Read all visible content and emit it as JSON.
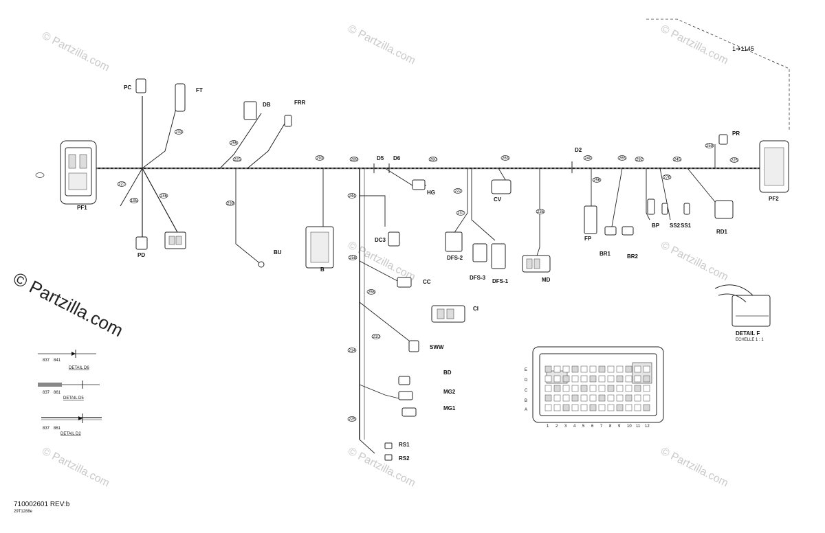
{
  "document": {
    "number": "710002601 REV:b",
    "sub_number": "29T1288e",
    "reference_arrow": "1➔1145"
  },
  "watermark": {
    "text": "© Partzilla.com",
    "small_text": "© Partzilla.com"
  },
  "details": [
    {
      "id": "detail-d6",
      "title": "DETAIL D6",
      "codes": [
        "837",
        "841"
      ]
    },
    {
      "id": "detail-d5",
      "title": "DETAIL D5",
      "codes": [
        "837",
        "861"
      ]
    },
    {
      "id": "detail-d2",
      "title": "DETAIL D2",
      "codes": [
        "837",
        "861"
      ]
    },
    {
      "id": "detail-f",
      "title": "DETAIL F",
      "scale": "ECHELLE 1 : 1"
    }
  ],
  "components": [
    {
      "id": "PC",
      "label": "PC"
    },
    {
      "id": "FT",
      "label": "FT"
    },
    {
      "id": "DB",
      "label": "DB"
    },
    {
      "id": "FRR",
      "label": "FRR"
    },
    {
      "id": "PF1",
      "label": "PF1"
    },
    {
      "id": "PD",
      "label": "PD"
    },
    {
      "id": "D5",
      "label": "D5"
    },
    {
      "id": "D6",
      "label": "D6"
    },
    {
      "id": "D2",
      "label": "D2"
    },
    {
      "id": "HG",
      "label": "HG"
    },
    {
      "id": "DC3",
      "label": "DC3"
    },
    {
      "id": "CV",
      "label": "CV"
    },
    {
      "id": "DFS-2",
      "label": "DFS-2"
    },
    {
      "id": "DFS-3",
      "label": "DFS-3"
    },
    {
      "id": "DFS-1",
      "label": "DFS-1"
    },
    {
      "id": "MD",
      "label": "MD"
    },
    {
      "id": "FP",
      "label": "FP"
    },
    {
      "id": "BR1",
      "label": "BR1"
    },
    {
      "id": "BR2",
      "label": "BR2"
    },
    {
      "id": "BP",
      "label": "BP"
    },
    {
      "id": "SS2",
      "label": "SS2"
    },
    {
      "id": "SS1",
      "label": "SS1"
    },
    {
      "id": "RD1",
      "label": "RD1"
    },
    {
      "id": "PR",
      "label": "PR"
    },
    {
      "id": "PF2",
      "label": "PF2"
    },
    {
      "id": "B",
      "label": "B"
    },
    {
      "id": "BU",
      "label": "BU"
    },
    {
      "id": "CC",
      "label": "CC"
    },
    {
      "id": "CI",
      "label": "CI"
    },
    {
      "id": "SWW",
      "label": "SWW"
    },
    {
      "id": "BD",
      "label": "BD"
    },
    {
      "id": "MG2",
      "label": "MG2"
    },
    {
      "id": "MG1",
      "label": "MG1"
    },
    {
      "id": "RS1",
      "label": "RS1"
    },
    {
      "id": "RS2",
      "label": "RS2"
    }
  ],
  "fuse_box": {
    "rows": [
      "E",
      "D",
      "C",
      "B",
      "A"
    ],
    "columns": [
      "1",
      "2",
      "3",
      "4",
      "5",
      "6",
      "7",
      "8",
      "9",
      "10",
      "11",
      "12"
    ]
  },
  "bubbles": [
    "227",
    "233",
    "195",
    "246",
    "255",
    "225",
    "239",
    "293",
    "289",
    "260",
    "263",
    "240",
    "265",
    "245",
    "225",
    "244",
    "258",
    "256",
    "210",
    "214",
    "225",
    "222",
    "237",
    "236",
    "256",
    "292",
    "259",
    "276"
  ]
}
